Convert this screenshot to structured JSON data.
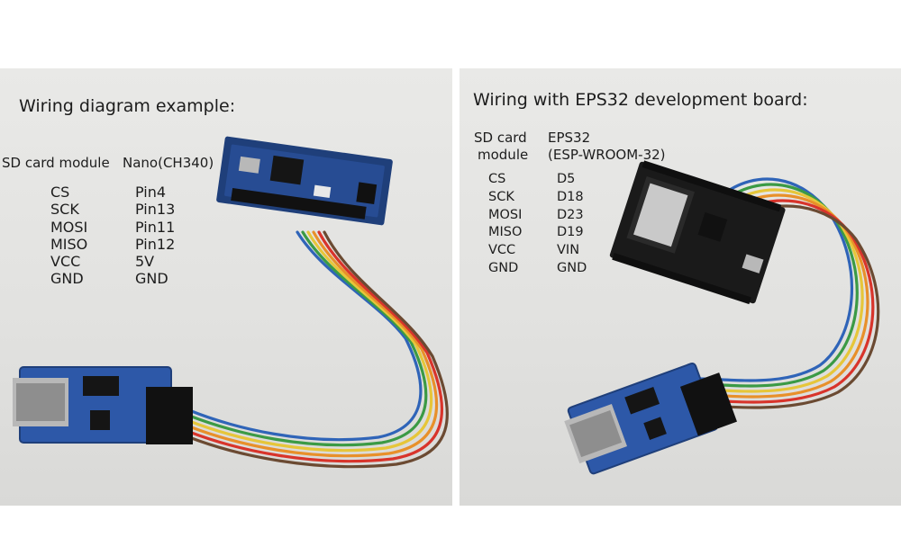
{
  "left": {
    "title": "Wiring diagram example:",
    "col1_header": "SD card module",
    "col2_header": "Nano(CH340)",
    "rows": [
      {
        "sd": "CS",
        "board": "Pin4"
      },
      {
        "sd": "SCK",
        "board": "Pin13"
      },
      {
        "sd": "MOSI",
        "board": "Pin11"
      },
      {
        "sd": "MISO",
        "board": "Pin12"
      },
      {
        "sd": "VCC",
        "board": "5V"
      },
      {
        "sd": "GND",
        "board": "GND"
      }
    ]
  },
  "right": {
    "title": "Wiring with EPS32 development board:",
    "col1_header_line1": "SD card",
    "col1_header_line2": "module",
    "col2_header_line1": "EPS32",
    "col2_header_line2": "(ESP-WROOM-32)",
    "rows": [
      {
        "sd": "CS",
        "board": "D5"
      },
      {
        "sd": "SCK",
        "board": "D18"
      },
      {
        "sd": "MOSI",
        "board": "D23"
      },
      {
        "sd": "MISO",
        "board": "D19"
      },
      {
        "sd": "VCC",
        "board": "VIN"
      },
      {
        "sd": "GND",
        "board": "GND"
      }
    ]
  },
  "module_pin_labels": [
    "CS",
    "SCK",
    "MOSI",
    "MISO",
    "VCC",
    "GND"
  ],
  "wire_colors": [
    "#6b4a32",
    "#d8342b",
    "#e8902a",
    "#e6c63a",
    "#3b9a45",
    "#2f64b8"
  ],
  "board_colors": {
    "pcb": "#1f3f7a",
    "pcb_light": "#2d58a8",
    "esp32": "#1a1a1a",
    "metal": "#b8b8b8"
  }
}
